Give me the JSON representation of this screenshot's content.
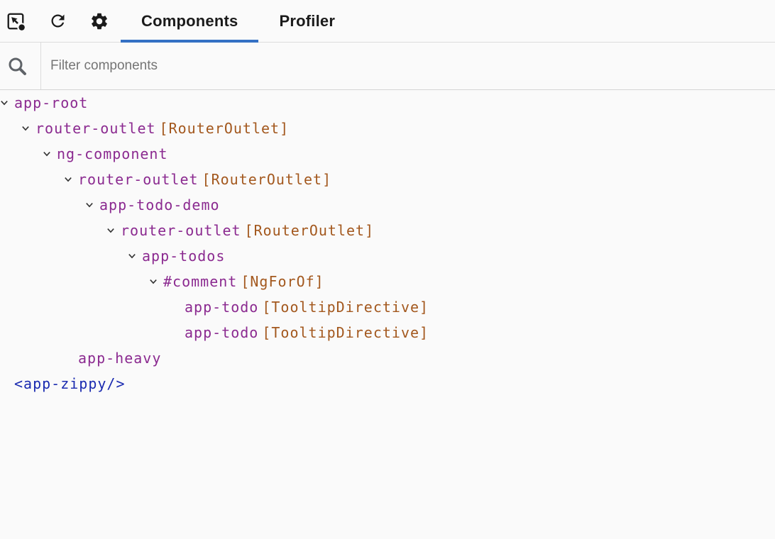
{
  "toolbar": {
    "icons": [
      {
        "name": "inspect-icon",
        "action": "inspect element"
      },
      {
        "name": "refresh-icon",
        "action": "refresh"
      },
      {
        "name": "settings-icon",
        "action": "settings"
      }
    ],
    "tabs": [
      {
        "label": "Components",
        "active": true
      },
      {
        "label": "Profiler",
        "active": false
      }
    ]
  },
  "filter": {
    "placeholder": "Filter components",
    "value": ""
  },
  "tree": {
    "nodes": [
      {
        "name": "app-root",
        "directives": "",
        "level": 0,
        "expandable": true,
        "kind": "component"
      },
      {
        "name": "router-outlet",
        "directives": "[RouterOutlet]",
        "level": 1,
        "expandable": true,
        "kind": "component"
      },
      {
        "name": "ng-component",
        "directives": "",
        "level": 2,
        "expandable": true,
        "kind": "component"
      },
      {
        "name": "router-outlet",
        "directives": "[RouterOutlet]",
        "level": 3,
        "expandable": true,
        "kind": "component"
      },
      {
        "name": "app-todo-demo",
        "directives": "",
        "level": 4,
        "expandable": true,
        "kind": "component"
      },
      {
        "name": "router-outlet",
        "directives": "[RouterOutlet]",
        "level": 5,
        "expandable": true,
        "kind": "component"
      },
      {
        "name": "app-todos",
        "directives": "",
        "level": 6,
        "expandable": true,
        "kind": "component"
      },
      {
        "name": "#comment",
        "directives": "[NgForOf]",
        "level": 7,
        "expandable": true,
        "kind": "component"
      },
      {
        "name": "app-todo",
        "directives": "[TooltipDirective]",
        "level": 8,
        "expandable": false,
        "kind": "component"
      },
      {
        "name": "app-todo",
        "directives": "[TooltipDirective]",
        "level": 8,
        "expandable": false,
        "kind": "component"
      },
      {
        "name": "app-heavy",
        "directives": "",
        "level": 3,
        "expandable": false,
        "kind": "component"
      },
      {
        "name": "<app-zippy/>",
        "directives": "",
        "level": 0,
        "expandable": false,
        "kind": "element"
      }
    ]
  },
  "colors": {
    "accent_blue": "#3470c4",
    "component_purple": "#8b2a90",
    "directive_brown": "#a3581e",
    "element_blue": "#1b2bb0",
    "icon_dark": "#1b1b1b",
    "placeholder_gray": "#757575",
    "border_gray": "#dcdcdc",
    "background": "#fafafa",
    "chevron_gray": "#333333"
  }
}
